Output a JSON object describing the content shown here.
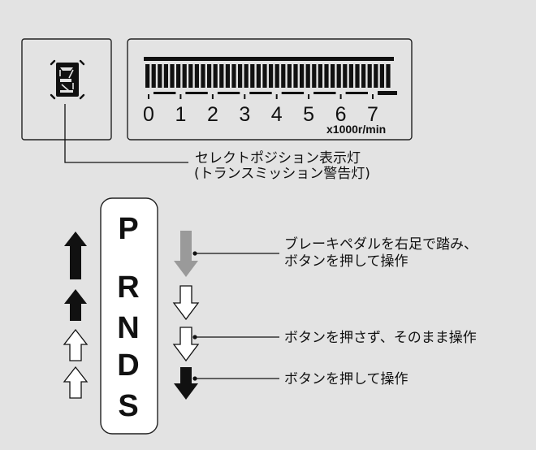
{
  "indicator": {
    "icon": "gear-position-digit-icon",
    "label_line1": "セレクトポジション表示灯",
    "label_line2": "(トランスミッション警告灯)"
  },
  "tachometer": {
    "ticks": [
      "0",
      "1",
      "2",
      "3",
      "4",
      "5",
      "6",
      "7"
    ],
    "unit": "x1000r/min"
  },
  "selector": {
    "positions": [
      "P",
      "R",
      "N",
      "D",
      "S"
    ]
  },
  "notes": {
    "p_to_r_line1": "ブレーキペダルを右足で踏み、",
    "p_to_r_line2": "ボタンを押して操作",
    "n_to_d": "ボタンを押さず、そのまま操作",
    "d_to_s": "ボタンを押して操作"
  },
  "colors": {
    "background": "#e3e3e3",
    "ink": "#111111",
    "arrow_gray": "#9a9a9a"
  }
}
